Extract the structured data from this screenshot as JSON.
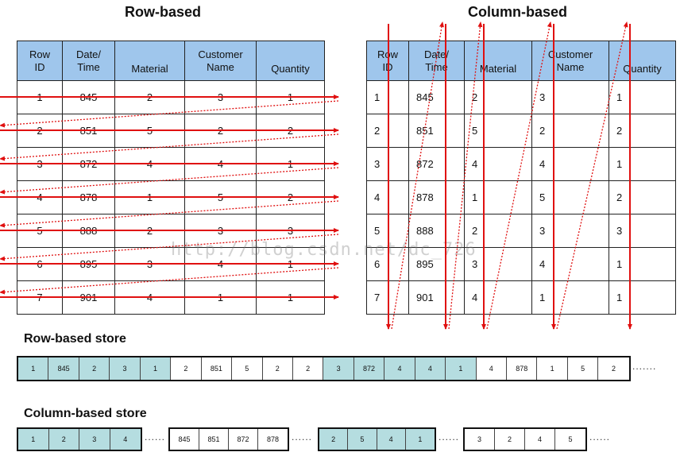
{
  "titles": {
    "row": "Row-based",
    "column": "Column-based"
  },
  "headers": [
    "Row\nID",
    "Date/\nTime",
    "Material",
    "Customer\nName",
    "Quantity"
  ],
  "rows": [
    [
      "1",
      "845",
      "2",
      "3",
      "1"
    ],
    [
      "2",
      "851",
      "5",
      "2",
      "2"
    ],
    [
      "3",
      "872",
      "4",
      "4",
      "1"
    ],
    [
      "4",
      "878",
      "1",
      "5",
      "2"
    ],
    [
      "5",
      "888",
      "2",
      "3",
      "3"
    ],
    [
      "6",
      "895",
      "3",
      "4",
      "1"
    ],
    [
      "7",
      "901",
      "4",
      "1",
      "1"
    ]
  ],
  "row_store": {
    "label": "Row-based store",
    "cells": [
      "1",
      "845",
      "2",
      "3",
      "1",
      "2",
      "851",
      "5",
      "2",
      "2",
      "3",
      "872",
      "4",
      "4",
      "1",
      "4",
      "878",
      "1",
      "5",
      "2"
    ],
    "tinted": [
      true,
      true,
      true,
      true,
      true,
      false,
      false,
      false,
      false,
      false,
      true,
      true,
      true,
      true,
      true,
      false,
      false,
      false,
      false,
      false
    ],
    "trail": "......."
  },
  "column_store": {
    "label": "Column-based store",
    "chunks": [
      {
        "cells": [
          "1",
          "2",
          "3",
          "4"
        ],
        "tinted": true
      },
      {
        "cells": [
          "845",
          "851",
          "872",
          "878"
        ],
        "tinted": false
      },
      {
        "cells": [
          "2",
          "5",
          "4",
          "1"
        ],
        "tinted": true
      },
      {
        "cells": [
          "3",
          "2",
          "4",
          "5"
        ],
        "tinted": false
      }
    ],
    "gap": "......",
    "trail": "......"
  },
  "watermark": "http://blog.csdn.net/dc_726",
  "colors": {
    "header": "#9fc6ec",
    "tint": "#b5dde0",
    "arrow": "#e01010"
  }
}
